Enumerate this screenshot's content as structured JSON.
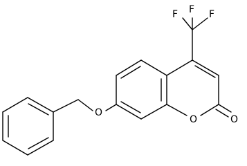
{
  "molecule": {
    "atoms": {
      "f1": "F",
      "f2": "F",
      "f3": "F",
      "ring_oxygen": "O",
      "carbonyl_oxygen": "O",
      "ether_oxygen": "O"
    }
  }
}
